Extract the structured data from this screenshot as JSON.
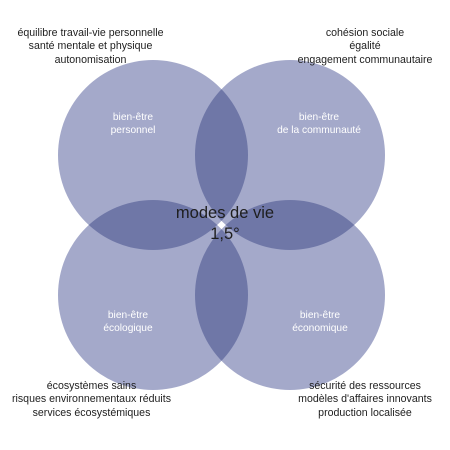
{
  "diagram": {
    "center": {
      "line1": "modes de vie",
      "line2": "1,5°"
    },
    "circles": [
      {
        "id": "personal",
        "line1": "bien-être",
        "line2": "personnel"
      },
      {
        "id": "community",
        "line1": "bien-être",
        "line2": "de la communauté"
      },
      {
        "id": "ecological",
        "line1": "bien-être",
        "line2": "écologique"
      },
      {
        "id": "economic",
        "line1": "bien-être",
        "line2": "économique"
      }
    ],
    "notes": {
      "top_left": [
        "équilibre travail-vie personnelle",
        "santé mentale et physique",
        "autonomisation"
      ],
      "top_right": [
        "cohésion sociale",
        "égalité",
        "engagement communautaire"
      ],
      "bottom_left": [
        "écosystèmes sains",
        "risques environnementaux réduits",
        "services écosystémiques"
      ],
      "bottom_right": [
        "sécurité des ressources",
        "modèles d'affaires innovants",
        "production localisée"
      ]
    },
    "colors": {
      "circle": "#a4a9ca",
      "overlap": "#6f77a7",
      "center": "#ffffff",
      "text": "#1e1e1e"
    }
  }
}
